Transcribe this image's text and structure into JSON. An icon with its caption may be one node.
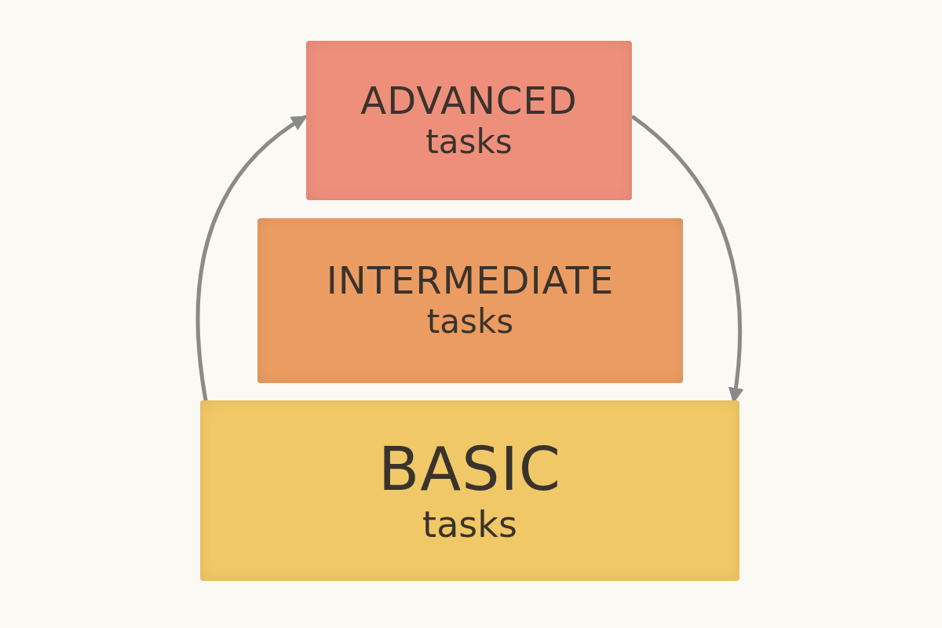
{
  "diagram": {
    "nodes": [
      {
        "text": [
          "ADVANCED",
          "tasks"
        ]
      },
      {
        "text": [
          "INTERMEDIATE",
          "tasks"
        ]
      },
      {
        "text": [
          "BASIC",
          "tasks"
        ]
      }
    ],
    "edges": [
      {
        "from": 2,
        "to": 0,
        "arrow": "to"
      },
      {
        "from": 0,
        "to": 2,
        "arrow": "to"
      }
    ]
  }
}
